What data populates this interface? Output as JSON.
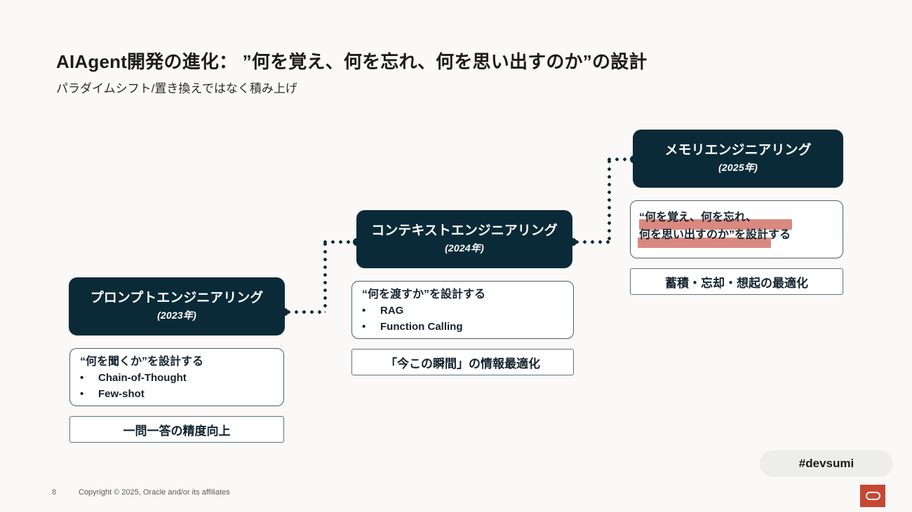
{
  "slide": {
    "title": "AIAgent開発の進化： ”何を覚え、何を忘れ、何を思い出すのか”の設計",
    "subtitle": "パラダイムシフト/置き換えではなく積み上げ"
  },
  "stages": [
    {
      "key": "prompt",
      "header_title": "プロンプトエンジニアリング",
      "header_year": "(2023年)",
      "detail_head": "“何を聞くか”を設計する",
      "detail_items": [
        "Chain-of-Thought",
        "Few-shot"
      ],
      "bullet": "•",
      "outcome": "一問一答の精度向上"
    },
    {
      "key": "context",
      "header_title": "コンテキストエンジニアリング",
      "header_year": "(2024年)",
      "detail_head": "“何を渡すか”を設計する",
      "detail_items": [
        "RAG",
        "Function Calling"
      ],
      "bullet": "•",
      "outcome": "「今この瞬間」の情報最適化"
    },
    {
      "key": "memory",
      "header_title": "メモリエンジニアリング",
      "header_year": "(2025年)",
      "detail_line1": "“何を覚え、何を忘れ、",
      "detail_line2": "何を思い出すのか”を設計する",
      "outcome": "蓄積・忘却・想起の最適化"
    }
  ],
  "footer": {
    "page_number": "8",
    "copyright": "Copyright © 2025, Oracle and/or its affiliates",
    "hashtag": "#devsumi"
  },
  "colors": {
    "background": "#faf9f7",
    "node_dark": "#0b2a38",
    "highlight": "#d9897f",
    "oracle_red": "#c74634",
    "badge_gray": "#ededeb"
  }
}
